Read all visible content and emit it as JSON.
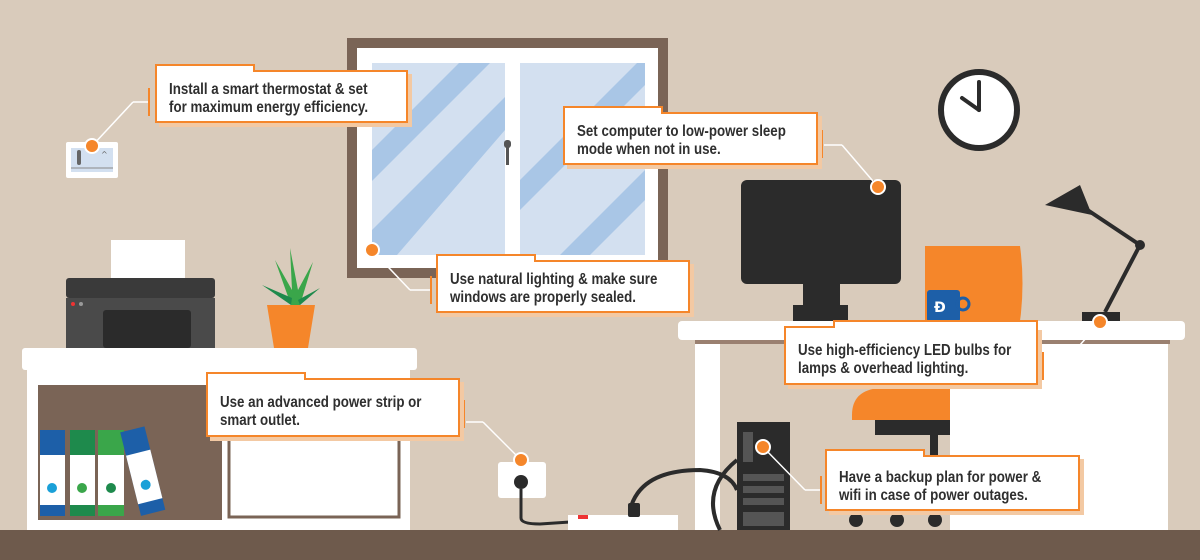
{
  "colors": {
    "wall": "#d9cbbb",
    "floor": "#6e5a4c",
    "accent_orange": "#f5862a",
    "dark": "#2b2b2b",
    "glass": "#d3e0f0",
    "mug_blue": "#1d5fa8",
    "binder_blue": "#1d5fa8",
    "binder_green": "#1e8a4c"
  },
  "tips": {
    "thermostat": {
      "line1": "Install a smart thermostat & set",
      "line2": "for maximum energy efficiency."
    },
    "computer": {
      "line1": "Set computer to low-power sleep",
      "line2": "mode when not in use."
    },
    "window": {
      "line1": "Use natural lighting & make sure",
      "line2": "windows are properly sealed."
    },
    "led": {
      "line1": "Use high-efficiency LED bulbs for",
      "line2": "lamps & overhead lighting."
    },
    "power_strip": {
      "line1": "Use an advanced power strip or",
      "line2": "smart outlet."
    },
    "backup": {
      "line1": "Have a backup plan for power &",
      "line2": "wifi in case of power outages."
    }
  },
  "icons": [
    "thermostat-icon",
    "window-icon",
    "clock-icon",
    "monitor-icon",
    "desk-lamp-icon",
    "mug-icon",
    "office-chair-icon",
    "pc-tower-icon",
    "printer-icon",
    "plant-icon",
    "binder-icon",
    "wall-outlet-icon",
    "power-strip-icon"
  ]
}
